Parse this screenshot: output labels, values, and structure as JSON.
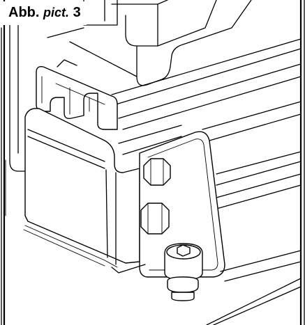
{
  "figure": {
    "caption_prefix": "Abb.",
    "caption_pict": "pict.",
    "caption_number": "3"
  }
}
